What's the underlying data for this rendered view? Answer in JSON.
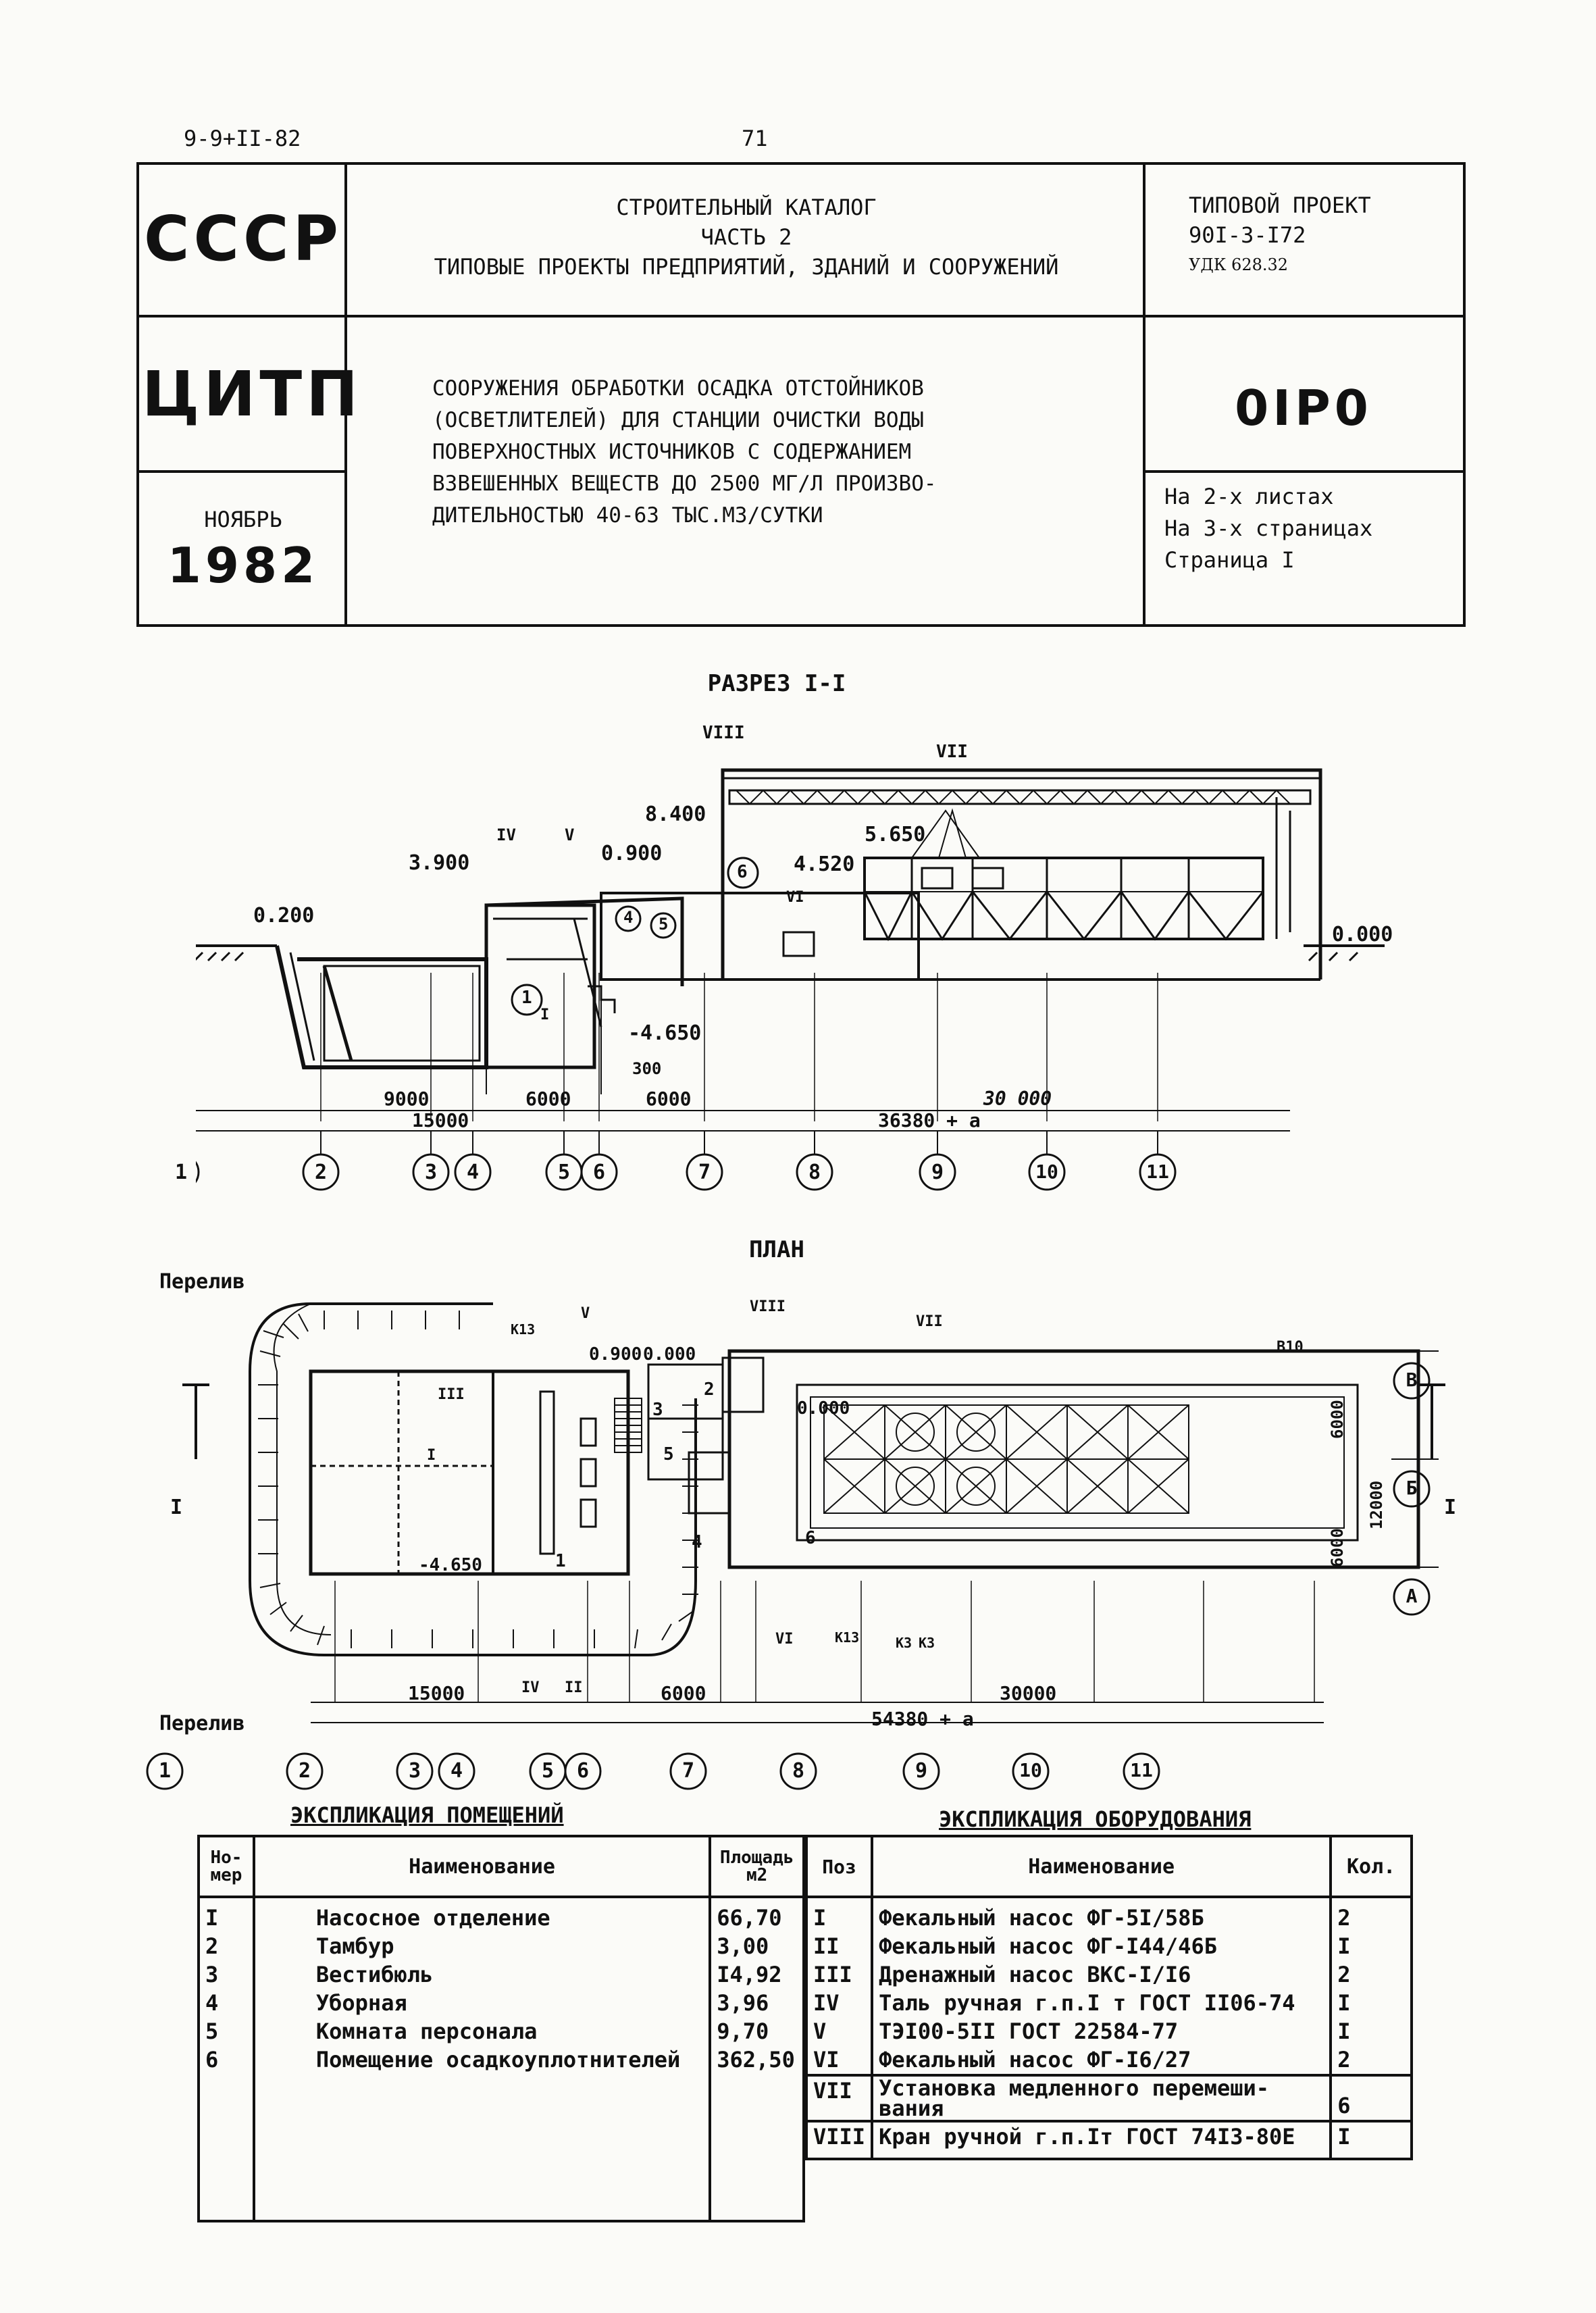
{
  "page_meta": {
    "doc_code": "9-9+II-82",
    "page_number": "71"
  },
  "header": {
    "org_top": "СССР",
    "org_mid": "ЦИТП",
    "month": "НОЯБРЬ",
    "year": "1982",
    "catalog_lines": [
      "СТРОИТЕЛЬНЫЙ КАТАЛОГ",
      "ЧАСТЬ 2",
      "ТИПОВЫЕ ПРОЕКТЫ ПРЕДПРИЯТИЙ, ЗДАНИЙ И СООРУЖЕНИЙ"
    ],
    "project_label": "ТИПОВОЙ ПРОЕКТ",
    "project_number": "90I-3-I72",
    "udk": "УДК 628.32",
    "description_lines": [
      "СООРУЖЕНИЯ ОБРАБОТКИ ОСАДКА ОТСТОЙНИКОВ",
      "(ОСВЕТЛИТЕЛЕЙ) ДЛЯ СТАНЦИИ ОЧИСТКИ ВОДЫ",
      "ПОВЕРХНОСТНЫХ ИСТОЧНИКОВ С СОДЕРЖАНИЕМ",
      "ВЗВЕШЕННЫХ ВЕЩЕСТВ ДО 2500 МГ/Л ПРОИЗВО-",
      "ДИТЕЛЬНОСТЬЮ 40-63 ТЫС.М3/СУТКИ"
    ],
    "code": "0IP0",
    "sheets_lines": [
      "На 2-х листах",
      "На 3-х страницах",
      "Страница I"
    ]
  },
  "section": {
    "title": "РАЗРЕЗ I-I",
    "elevations": [
      "0.200",
      "3.900",
      "8.400",
      "0.900",
      "5.650",
      "4.520",
      "-4.650",
      "0.000"
    ],
    "roman_labels": [
      "VIII",
      "VII",
      "IV",
      "V",
      "VI",
      "I"
    ],
    "room_numbers": [
      "1",
      "4",
      "5",
      "6"
    ],
    "dims_row1": [
      "9000",
      "6000",
      "6000",
      "30 000",
      "300"
    ],
    "dims_row2": [
      "15000",
      "36380 + a"
    ],
    "axes": [
      "1",
      "2",
      "3",
      "4",
      "5",
      "6",
      "7",
      "8",
      "9",
      "10",
      "11"
    ]
  },
  "plan": {
    "title": "ПЛАН",
    "overflow_label": "Перелив",
    "elevations": [
      "0.900",
      "0.000",
      "0.000",
      "-4.650"
    ],
    "roman_labels": [
      "V",
      "VIII",
      "VII",
      "III",
      "I",
      "II",
      "IV",
      "VI"
    ],
    "room_numbers": [
      "1",
      "2",
      "3",
      "4",
      "5",
      "6"
    ],
    "pipe_labels": [
      "K13",
      "K13",
      "K3",
      "K3",
      "B10"
    ],
    "side_dims": [
      "6000",
      "6000",
      "12000"
    ],
    "row_axes": [
      "B",
      "Б",
      "А"
    ],
    "cut_mark": "I",
    "dims_row1": [
      "15000",
      "6000",
      "30000"
    ],
    "dims_row2": [
      "54380 + a"
    ],
    "axes": [
      "1",
      "2",
      "3",
      "4",
      "5",
      "6",
      "7",
      "8",
      "9",
      "10",
      "11"
    ]
  },
  "rooms_table": {
    "title": "ЭКСПЛИКАЦИЯ ПОМЕЩЕНИЙ",
    "col_num": "Но-\nмер",
    "col_name": "Наименование",
    "col_area": "Площадь\nм2",
    "rows": [
      {
        "num": "I",
        "name": "Насосное отделение",
        "area": "66,70"
      },
      {
        "num": "2",
        "name": "Тамбур",
        "area": "3,00"
      },
      {
        "num": "3",
        "name": "Вестибюль",
        "area": "I4,92"
      },
      {
        "num": "4",
        "name": "Уборная",
        "area": "3,96"
      },
      {
        "num": "5",
        "name": "Комната персонала",
        "area": "9,70"
      },
      {
        "num": "6",
        "name": "Помещение осадкоуплотнителей",
        "area": "362,50"
      }
    ]
  },
  "equipment_table": {
    "title": "ЭКСПЛИКАЦИЯ ОБОРУДОВАНИЯ",
    "col_pos": "Поз",
    "col_name": "Наименование",
    "col_qty": "Кол.",
    "rows": [
      {
        "pos": "I",
        "name": "Фекальный насос ФГ-5I/58Б",
        "qty": "2"
      },
      {
        "pos": "II",
        "name": "Фекальный насос ФГ-I44/46Б",
        "qty": "I"
      },
      {
        "pos": "III",
        "name": "Дренажный насос ВКС-I/I6",
        "qty": "2"
      },
      {
        "pos": "IV",
        "name": "Таль ручная г.п.I т ГОСТ II06-74",
        "qty": "I"
      },
      {
        "pos": "V",
        "name": "ТЭI00-5II ГОСТ 22584-77",
        "qty": "I"
      },
      {
        "pos": "VI",
        "name": "Фекальный насос ФГ-I6/27",
        "qty": "2"
      },
      {
        "pos": "VII",
        "name": "Установка медленного перемеши-\nвания",
        "qty": "6"
      },
      {
        "pos": "VIII",
        "name": "Кран ручной г.п.Iт ГОСТ 74I3-80Е",
        "qty": "I"
      }
    ]
  }
}
